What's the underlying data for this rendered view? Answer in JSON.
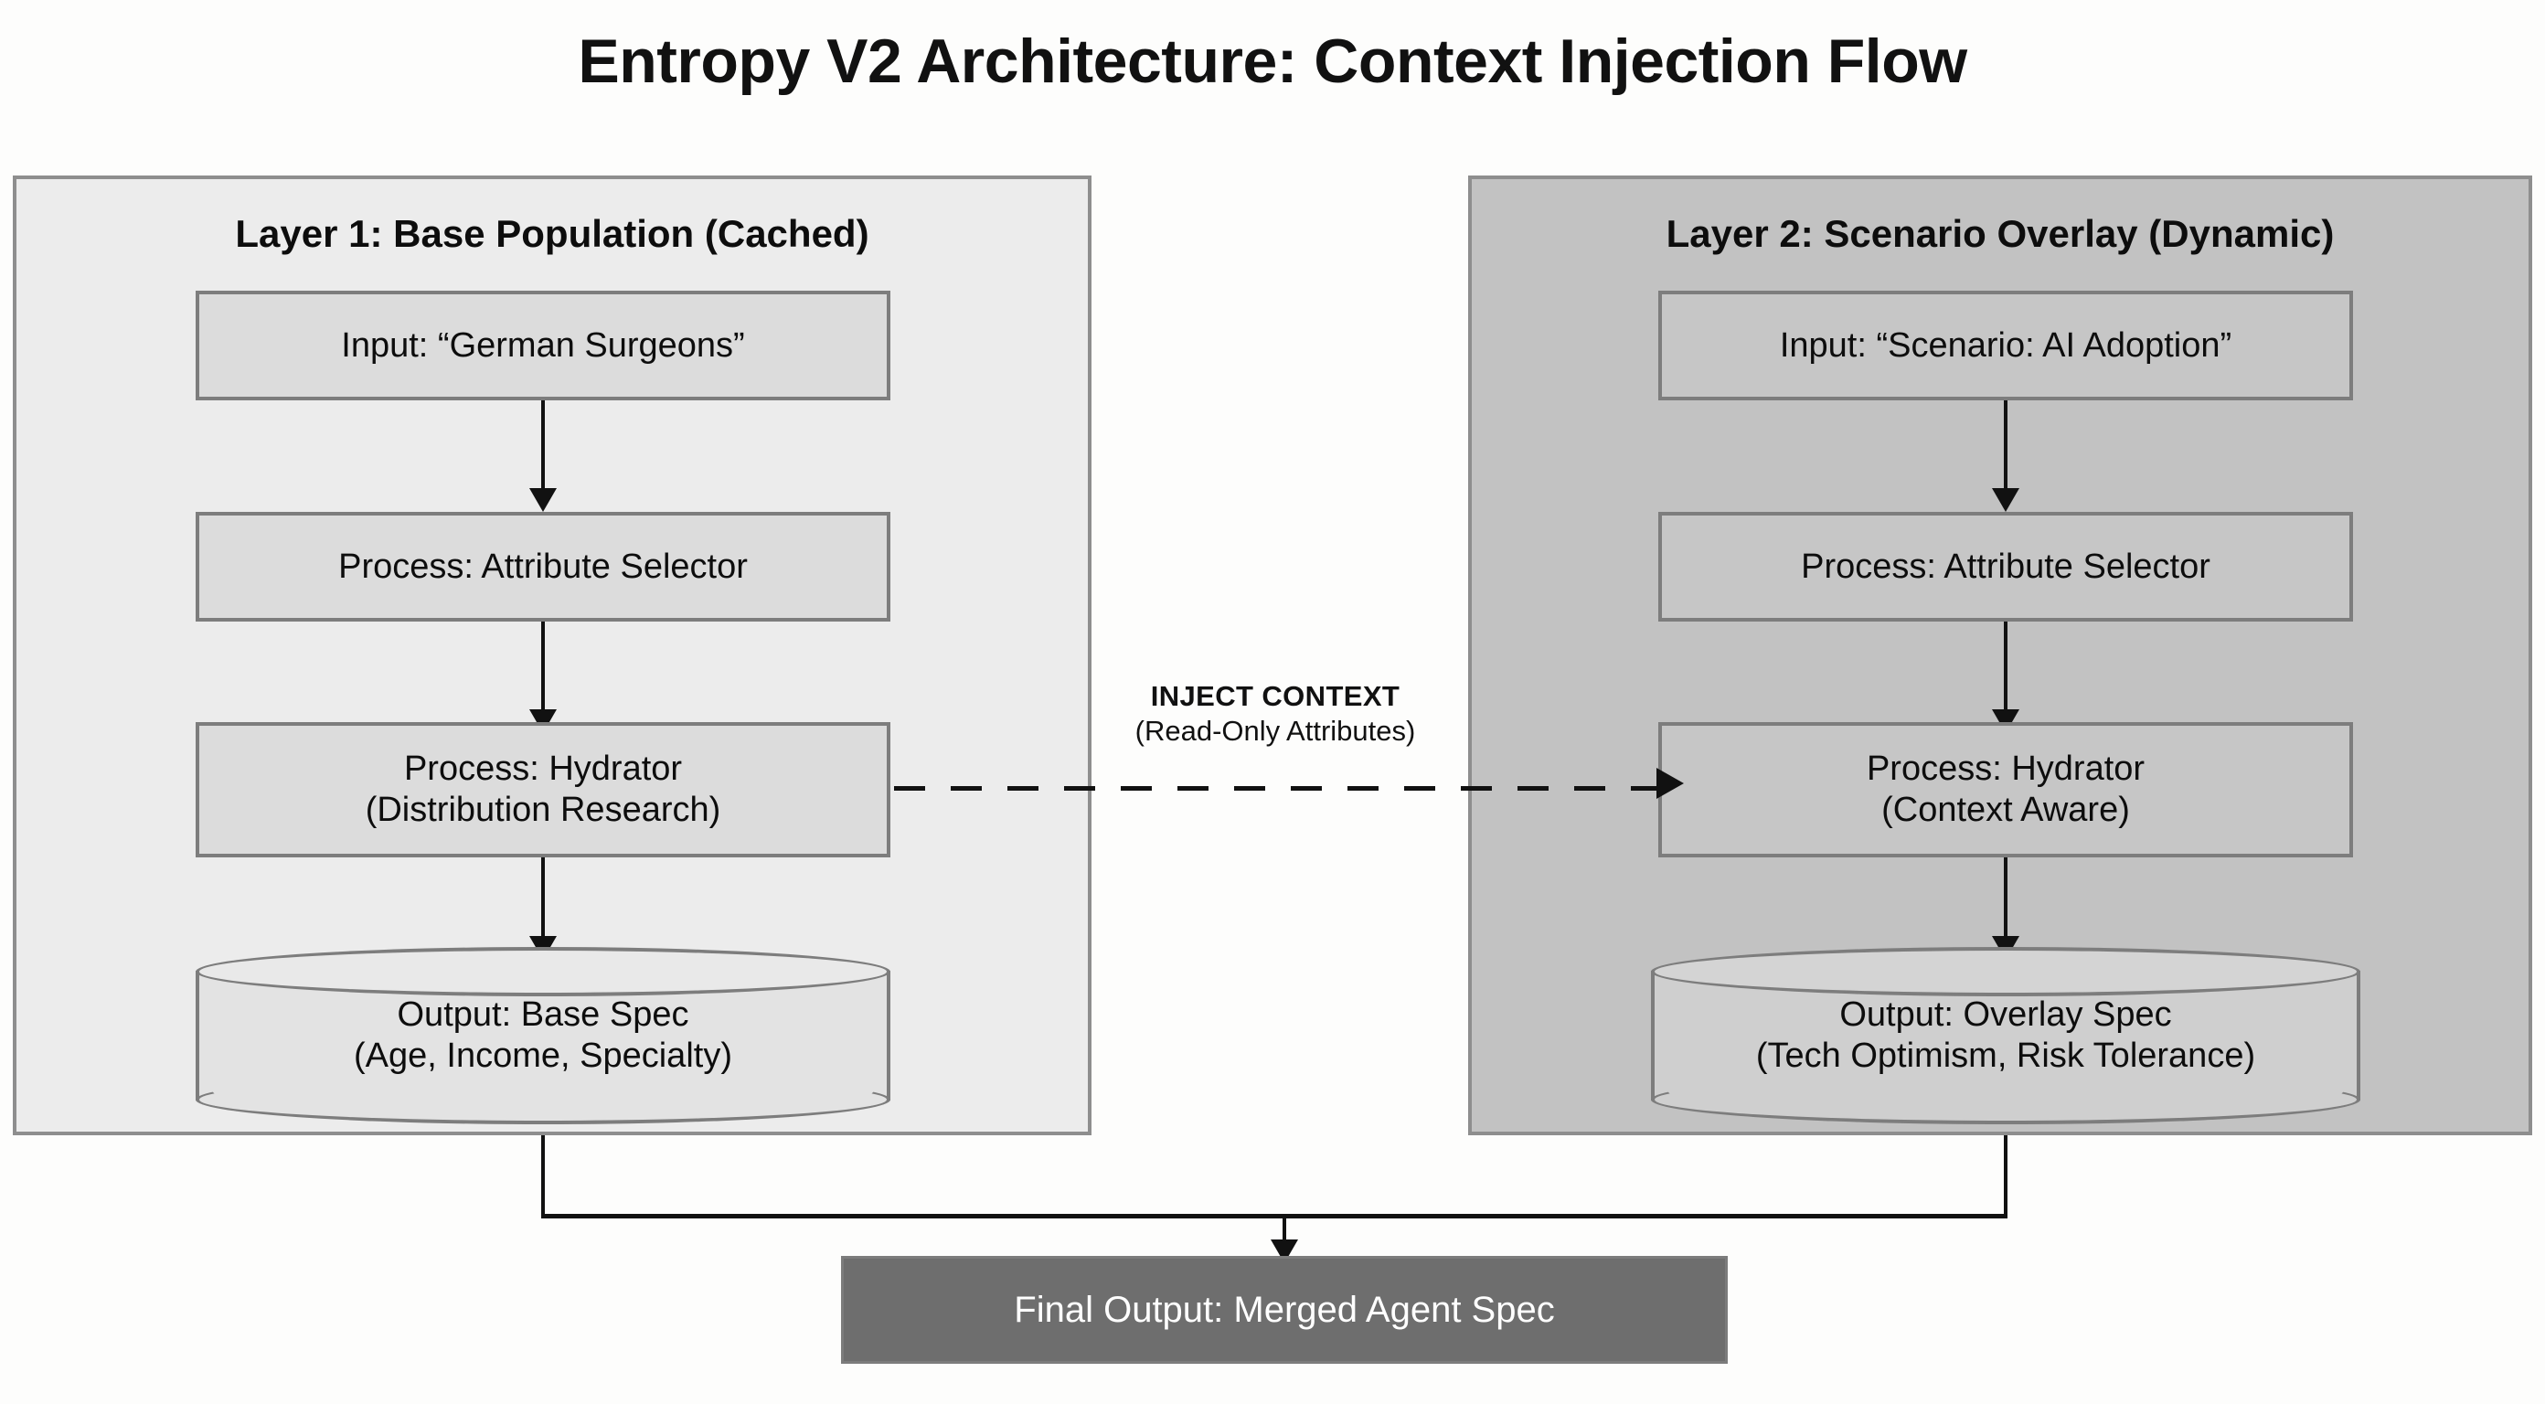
{
  "title": "Entropy V2 Architecture: Context Injection Flow",
  "colors": {
    "background": "#fdfdfc",
    "panel_left_fill": "#ececec",
    "panel_right_fill": "#c2c2c2",
    "panel_border": "#8e8e8e",
    "node_fill_light": "#dcdcdc",
    "node_fill_dark": "#c6c6c6",
    "node_border": "#7d7d7d",
    "final_output_fill": "#6e6e6e",
    "final_output_text": "#ffffff",
    "connector": "#111111",
    "text": "#0d0d0d"
  },
  "layers": {
    "left": {
      "title": "Layer 1: Base Population (Cached)",
      "nodes": {
        "input": {
          "line1": "Input: “German Surgeons”"
        },
        "selector": {
          "line1": "Process: Attribute Selector"
        },
        "hydrator": {
          "line1": "Process: Hydrator",
          "line2": "(Distribution Research)"
        },
        "output": {
          "line1": "Output: Base Spec",
          "line2": "(Age, Income, Specialty)"
        }
      }
    },
    "right": {
      "title": "Layer 2: Scenario Overlay (Dynamic)",
      "nodes": {
        "input": {
          "line1": "Input: “Scenario: AI Adoption”"
        },
        "selector": {
          "line1": "Process: Attribute Selector"
        },
        "hydrator": {
          "line1": "Process: Hydrator",
          "line2": "(Context Aware)"
        },
        "output": {
          "line1": "Output: Overlay Spec",
          "line2": "(Tech Optimism, Risk Tolerance)"
        }
      }
    }
  },
  "inject": {
    "label_main": "INJECT CONTEXT",
    "label_sub": "(Read-Only Attributes)"
  },
  "final_output": {
    "label": "Final Output: Merged Agent Spec"
  },
  "chart_data": {
    "type": "diagram",
    "title": "Entropy V2 Architecture: Context Injection Flow",
    "nodes": [
      {
        "id": "l1-input",
        "layer": "Layer 1",
        "label": "Input: “German Surgeons”",
        "shape": "rect"
      },
      {
        "id": "l1-selector",
        "layer": "Layer 1",
        "label": "Process: Attribute Selector",
        "shape": "rect"
      },
      {
        "id": "l1-hydrator",
        "layer": "Layer 1",
        "label": "Process: Hydrator (Distribution Research)",
        "shape": "rect"
      },
      {
        "id": "l1-output",
        "layer": "Layer 1",
        "label": "Output: Base Spec (Age, Income, Specialty)",
        "shape": "cylinder"
      },
      {
        "id": "l2-input",
        "layer": "Layer 2",
        "label": "Input: “Scenario: AI Adoption”",
        "shape": "rect"
      },
      {
        "id": "l2-selector",
        "layer": "Layer 2",
        "label": "Process: Attribute Selector",
        "shape": "rect"
      },
      {
        "id": "l2-hydrator",
        "layer": "Layer 2",
        "label": "Process: Hydrator (Context Aware)",
        "shape": "rect"
      },
      {
        "id": "l2-output",
        "layer": "Layer 2",
        "label": "Output: Overlay Spec (Tech Optimism, Risk Tolerance)",
        "shape": "cylinder"
      },
      {
        "id": "final",
        "layer": "none",
        "label": "Final Output: Merged Agent Spec",
        "shape": "rect"
      }
    ],
    "edges": [
      {
        "from": "l1-input",
        "to": "l1-selector",
        "style": "solid"
      },
      {
        "from": "l1-selector",
        "to": "l1-hydrator",
        "style": "solid"
      },
      {
        "from": "l1-hydrator",
        "to": "l1-output",
        "style": "solid"
      },
      {
        "from": "l2-input",
        "to": "l2-selector",
        "style": "solid"
      },
      {
        "from": "l2-selector",
        "to": "l2-hydrator",
        "style": "solid"
      },
      {
        "from": "l2-hydrator",
        "to": "l2-output",
        "style": "solid"
      },
      {
        "from": "l1-hydrator",
        "to": "l2-hydrator",
        "style": "dashed",
        "label": "INJECT CONTEXT (Read-Only Attributes)"
      },
      {
        "from": "l1-output",
        "to": "final",
        "style": "solid"
      },
      {
        "from": "l2-output",
        "to": "final",
        "style": "solid"
      }
    ]
  }
}
